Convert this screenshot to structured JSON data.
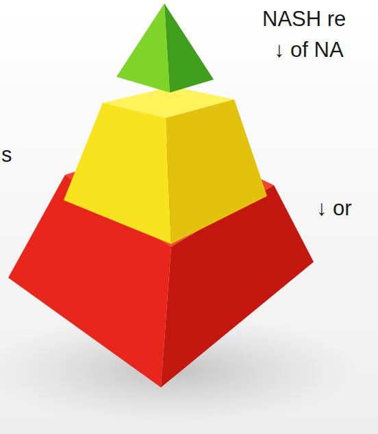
{
  "diagram": {
    "labels": [
      "NASH re",
      "↓ of NA",
      "↓ or",
      "s"
    ]
  }
}
